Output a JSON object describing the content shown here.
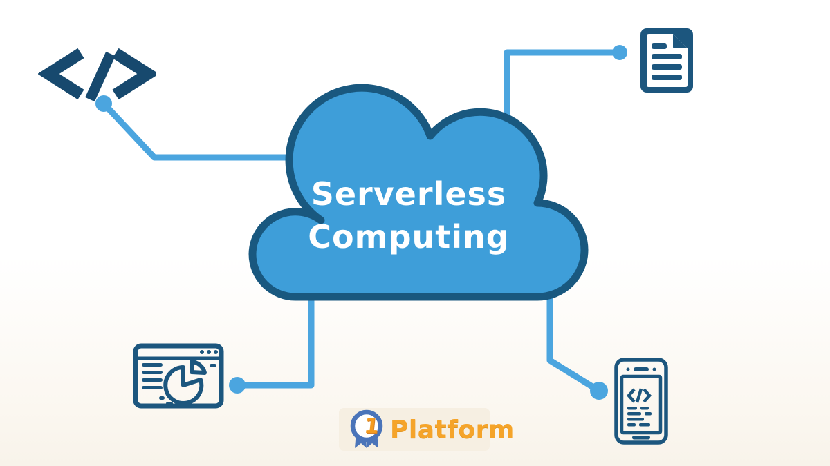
{
  "diagram": {
    "title_line1": "Serverless",
    "title_line2": "Computing",
    "center_node": "cloud",
    "nodes": [
      {
        "id": "code",
        "icon": "code-icon",
        "position": "top-left"
      },
      {
        "id": "document",
        "icon": "document-icon",
        "position": "top-right"
      },
      {
        "id": "analytics",
        "icon": "analytics-dashboard-icon",
        "position": "bottom-left"
      },
      {
        "id": "mobile-app",
        "icon": "mobile-code-icon",
        "position": "bottom-right"
      }
    ]
  },
  "logo": {
    "badge_number": "1",
    "text": "Platform"
  },
  "colors": {
    "cloud_fill": "#3E9ED9",
    "cloud_outline": "#19587F",
    "connector_blue": "#4BA5DF",
    "icon_navy": "#1C567E",
    "code_icon_navy": "#17496E",
    "logo_orange": "#F5A42A",
    "logo_badge_blue": "#4A74B9",
    "logo_panel_bg": "#F6EFE2",
    "title_text": "#FFFFFF"
  }
}
